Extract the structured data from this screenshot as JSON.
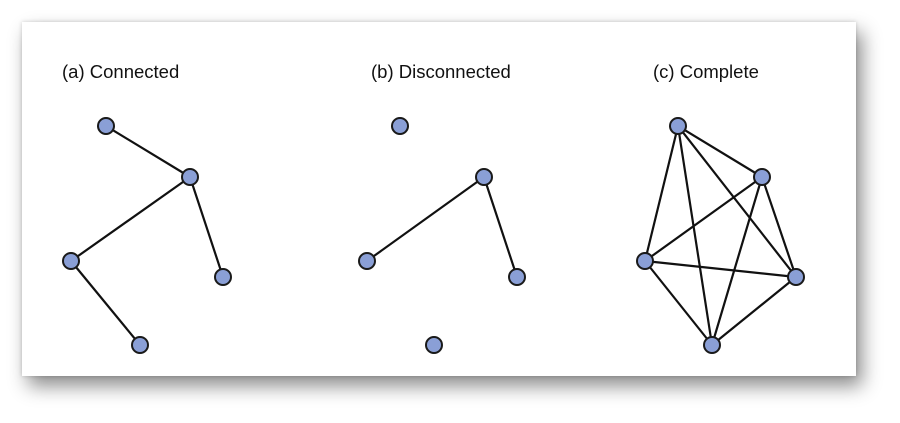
{
  "panels": [
    {
      "title": "(a) Connected",
      "nodes": [
        "n1",
        "n2",
        "n3",
        "n4",
        "n5"
      ],
      "edges": [
        [
          "n1",
          "n2"
        ],
        [
          "n2",
          "n3"
        ],
        [
          "n2",
          "n4"
        ],
        [
          "n3",
          "n5"
        ]
      ]
    },
    {
      "title": "(b) Disconnected",
      "nodes": [
        "n1",
        "n2",
        "n3",
        "n4",
        "n5"
      ],
      "edges": [
        [
          "n2",
          "n3"
        ],
        [
          "n2",
          "n4"
        ]
      ]
    },
    {
      "title": "(c) Complete",
      "nodes": [
        "n1",
        "n2",
        "n3",
        "n4",
        "n5"
      ],
      "edges": [
        [
          "n1",
          "n2"
        ],
        [
          "n1",
          "n3"
        ],
        [
          "n1",
          "n4"
        ],
        [
          "n1",
          "n5"
        ],
        [
          "n2",
          "n3"
        ],
        [
          "n2",
          "n4"
        ],
        [
          "n2",
          "n5"
        ],
        [
          "n3",
          "n4"
        ],
        [
          "n3",
          "n5"
        ],
        [
          "n4",
          "n5"
        ]
      ]
    }
  ],
  "colors": {
    "node_fill": "#8a9fd6",
    "node_stroke": "#1a1a1a",
    "edge": "#111111"
  }
}
